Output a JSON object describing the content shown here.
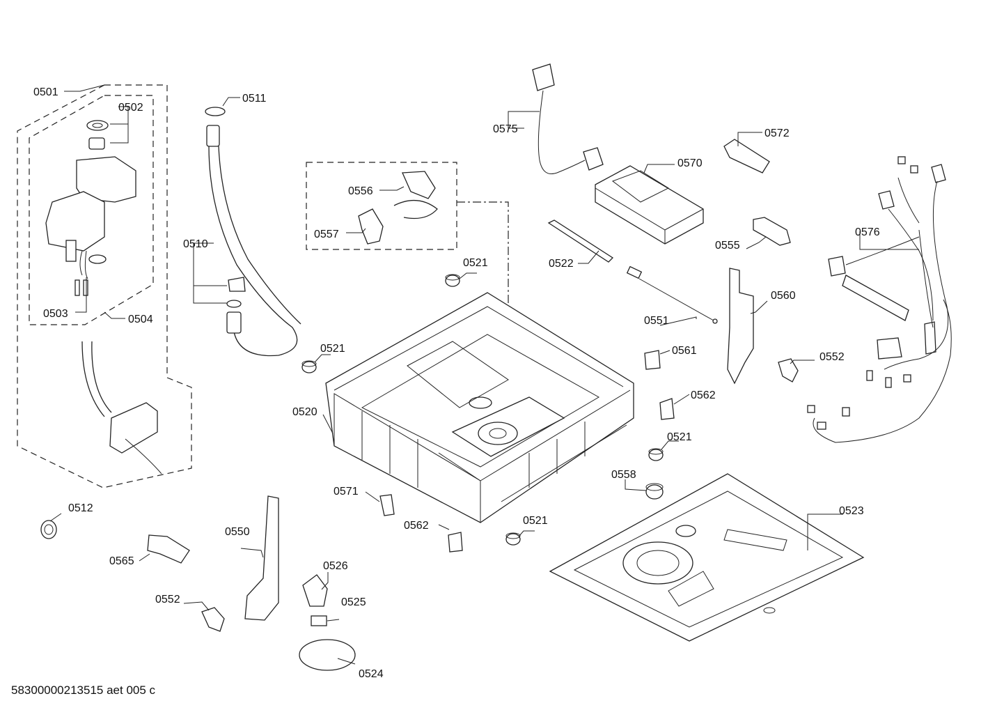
{
  "drawing": {
    "footer_code": "58300000213515 aet 005 c",
    "callouts": {
      "c0501": "0501",
      "c0502": "0502",
      "c0503": "0503",
      "c0504": "0504",
      "c0510": "0510",
      "c0511": "0511",
      "c0512": "0512",
      "c0520": "0520",
      "c0521a": "0521",
      "c0521b": "0521",
      "c0521c": "0521",
      "c0521d": "0521",
      "c0522": "0522",
      "c0523": "0523",
      "c0524": "0524",
      "c0525": "0525",
      "c0526": "0526",
      "c0550": "0550",
      "c0551": "0551",
      "c0552a": "0552",
      "c0552b": "0552",
      "c0555": "0555",
      "c0556": "0556",
      "c0557": "0557",
      "c0558": "0558",
      "c0560": "0560",
      "c0561": "0561",
      "c0562a": "0562",
      "c0562b": "0562",
      "c0565": "0565",
      "c0570": "0570",
      "c0571": "0571",
      "c0572": "0572",
      "c0575": "0575",
      "c0576": "0576"
    }
  }
}
